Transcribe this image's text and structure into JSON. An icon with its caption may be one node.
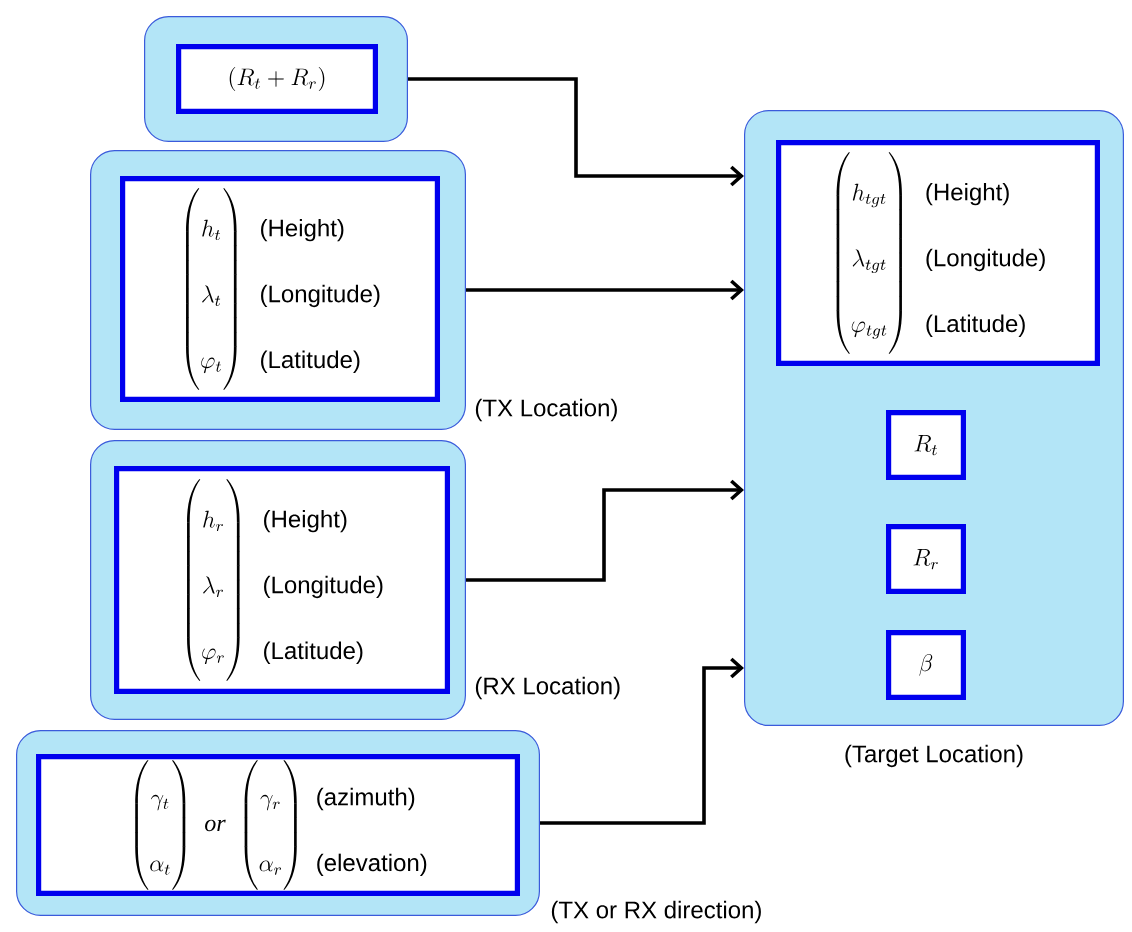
{
  "diagram": {
    "nodes": [
      {
        "text": [],
        "shape": "box"
      },
      {
        "text": [
          "(R_t + R_r)"
        ],
        "in": 0
      },
      {
        "text": [],
        "shape": "box",
        "beside": [
          "(TX Location)"
        ]
      },
      {
        "text": [
          "\\begin{pmatrix}h_t\\\\ \\lambda_t\\\\ \\varphi_t\\end{pmatrix}",
          "(Height)",
          "(Longitude)",
          "(Latitude)"
        ],
        "in": 2
      },
      {
        "text": [],
        "shape": "box",
        "beside": [
          "(RX Location)"
        ]
      },
      {
        "text": [
          "\\begin{pmatrix}h_r\\\\ \\lambda_r\\\\ \\varphi_r\\end{pmatrix}",
          "(Height)",
          "(Longitude)",
          "(Latitude)"
        ],
        "in": 4
      },
      {
        "text": [],
        "shape": "box",
        "beside": [
          "(TX or RX direction)"
        ]
      },
      {
        "text": [
          "\\begin{pmatrix}\\gamma_t\\\\ \\alpha_t\\end{pmatrix}",
          "or",
          "\\begin{pmatrix}\\gamma_r\\\\ \\alpha_r\\end{pmatrix}",
          "(azimuth)",
          "(elevation)"
        ],
        "in": 6
      },
      {
        "text": [],
        "shape": "box",
        "beside": [
          "(Target Location)"
        ]
      },
      {
        "text": [
          "\\begin{pmatrix}h_{tgt}\\\\ \\lambda_{tgt}\\\\ \\varphi_{tgt}\\end{pmatrix}",
          "(Height)",
          "(Longitude)",
          "(Latitude)"
        ],
        "in": 8
      },
      {
        "text": [
          "R_t"
        ],
        "in": 8
      },
      {
        "text": [
          "R_r"
        ],
        "in": 8
      },
      {
        "text": [
          "\\beta"
        ],
        "in": 8
      }
    ],
    "edges": [
      {
        "from": 0,
        "to": 8,
        "arrow": "to"
      },
      {
        "from": 2,
        "to": 8,
        "arrow": "to"
      },
      {
        "from": 4,
        "to": 8,
        "arrow": "to"
      },
      {
        "from": 6,
        "to": 8,
        "arrow": "to"
      }
    ]
  }
}
